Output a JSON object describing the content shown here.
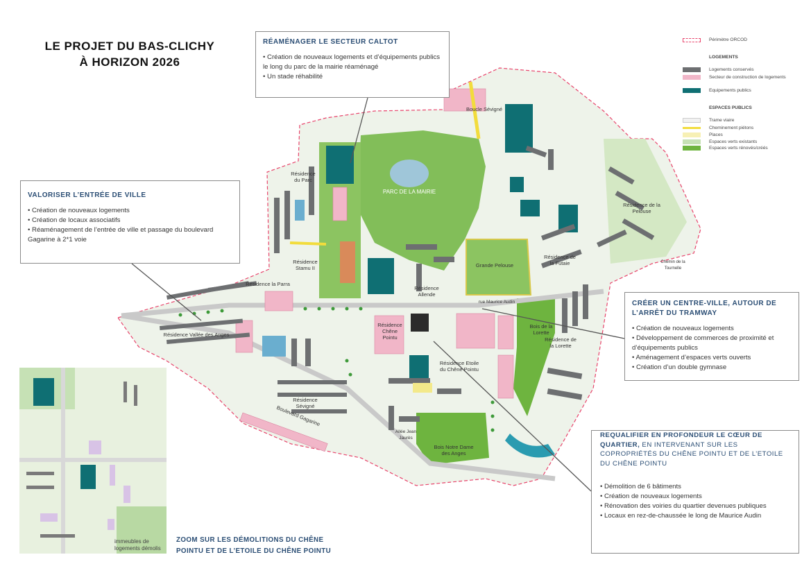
{
  "title": {
    "line1": "LE PROJET DU BAS-CLICHY",
    "line2": "À HORIZON 2026"
  },
  "callouts": {
    "caltot": {
      "heading": "RÉAMÉNAGER LE SECTEUR CALTOT",
      "items": [
        "Création de nouveaux logements et d’équipements publics le long du parc de la mairie réaménagé",
        "Un stade réhabilité"
      ]
    },
    "entree": {
      "heading": "VALORISER L’ENTRÉE DE VILLE",
      "items": [
        "Création de nouveaux logements",
        "Création de locaux associatifs",
        "Réaménagement de l’entrée de ville et passage du boulevard Gagarine à 2*1 voie"
      ]
    },
    "centre": {
      "heading": "CRÉER UN CENTRE-VILLE, AUTOUR DE L’ARRÊT DU TRAMWAY",
      "items": [
        "Création de nouveaux logements",
        "Développement de commerces de proximité et d’équipements publics",
        "Aménagement d’espaces verts ouverts",
        "Création d’un double gymnase"
      ]
    },
    "coeur": {
      "heading_bold": "REQUALIFIER EN PROFONDEUR LE CŒUR DE QUARTIER,",
      "heading_normal": " EN INTERVENANT SUR LES COPROPRIÉTÉS DU CHÊNE POINTU ET DE L’ETOILE DU CHÊNE POINTU",
      "items": [
        "Démolition de 6 bâtiments",
        "Création de nouveaux logements",
        "Rénovation des voiries du quartier devenues publiques",
        "Locaux en rez-de-chaussée le long de Maurice Audin"
      ]
    }
  },
  "legend": {
    "perimetre": "Périmètre ORCOD",
    "logements_head": "LOGEMENTS",
    "logements_conserves": "Logements conservés",
    "secteur_construction": "Secteur de construction de logements",
    "equipements": "Equipements publics",
    "espaces_head": "ESPACES PUBLICS",
    "trame_viaire": "Trame viaire",
    "cheminement": "Cheminement piétons",
    "places": "Places",
    "verts_existants": "Espaces verts existants",
    "verts_renoves": "Espaces verts rénovés/créés"
  },
  "map_labels": {
    "parc": "PARC DE LA MAIRIE",
    "grande_pelouse": "Grande Pelouse",
    "residence_du_parc": "Résidence du Parc",
    "residence_stamu": "Résidence Stamu II",
    "residence_parra": "Résidence la Parra",
    "residence_allende": "Résidence Allende",
    "residence_vallee": "Résidence Vallée des Anges",
    "residence_chene_pointu": "Résidence Chêne Pointu",
    "residence_etoile": "Résidence Etoile du Chêne Pointu",
    "residence_sevigne": "Résidence Sévigné",
    "residence_pelouse": "Résidence de la Pelouse",
    "residence_futaie": "Résidence de la Futaie",
    "residence_lorette": "Résidence de la Lorette",
    "bois_lorette": "Bois de la Lorette",
    "bois_notre_dame": "Bois Notre Dame des Anges",
    "boucle_sevigne": "Boucle Sévigné",
    "bd_gagarine": "Boulevard Gagarine",
    "allee_jean_jaures": "Allée Jean Jaurès",
    "rue_maurice_audin": "rue Maurice Audin",
    "chemin_tournelle": "Chemin de la Tournelle"
  },
  "inset": {
    "legend_label": "immeubles de logements démolis",
    "zoom_title": "ZOOM SUR LES DÉMOLITIONS DU CHÊNE POINTU ET DE L’ETOILE DU CHÊNE POINTU"
  },
  "colors": {
    "heading_blue": "#2a4d74",
    "buildings_kept": "#6d6f71",
    "construction": "#f1b6c8",
    "public_facility": "#0f6f73",
    "green_existing": "#c6e1b5",
    "green_renewed": "#6eb43f",
    "perimeter": "#e8436b"
  }
}
